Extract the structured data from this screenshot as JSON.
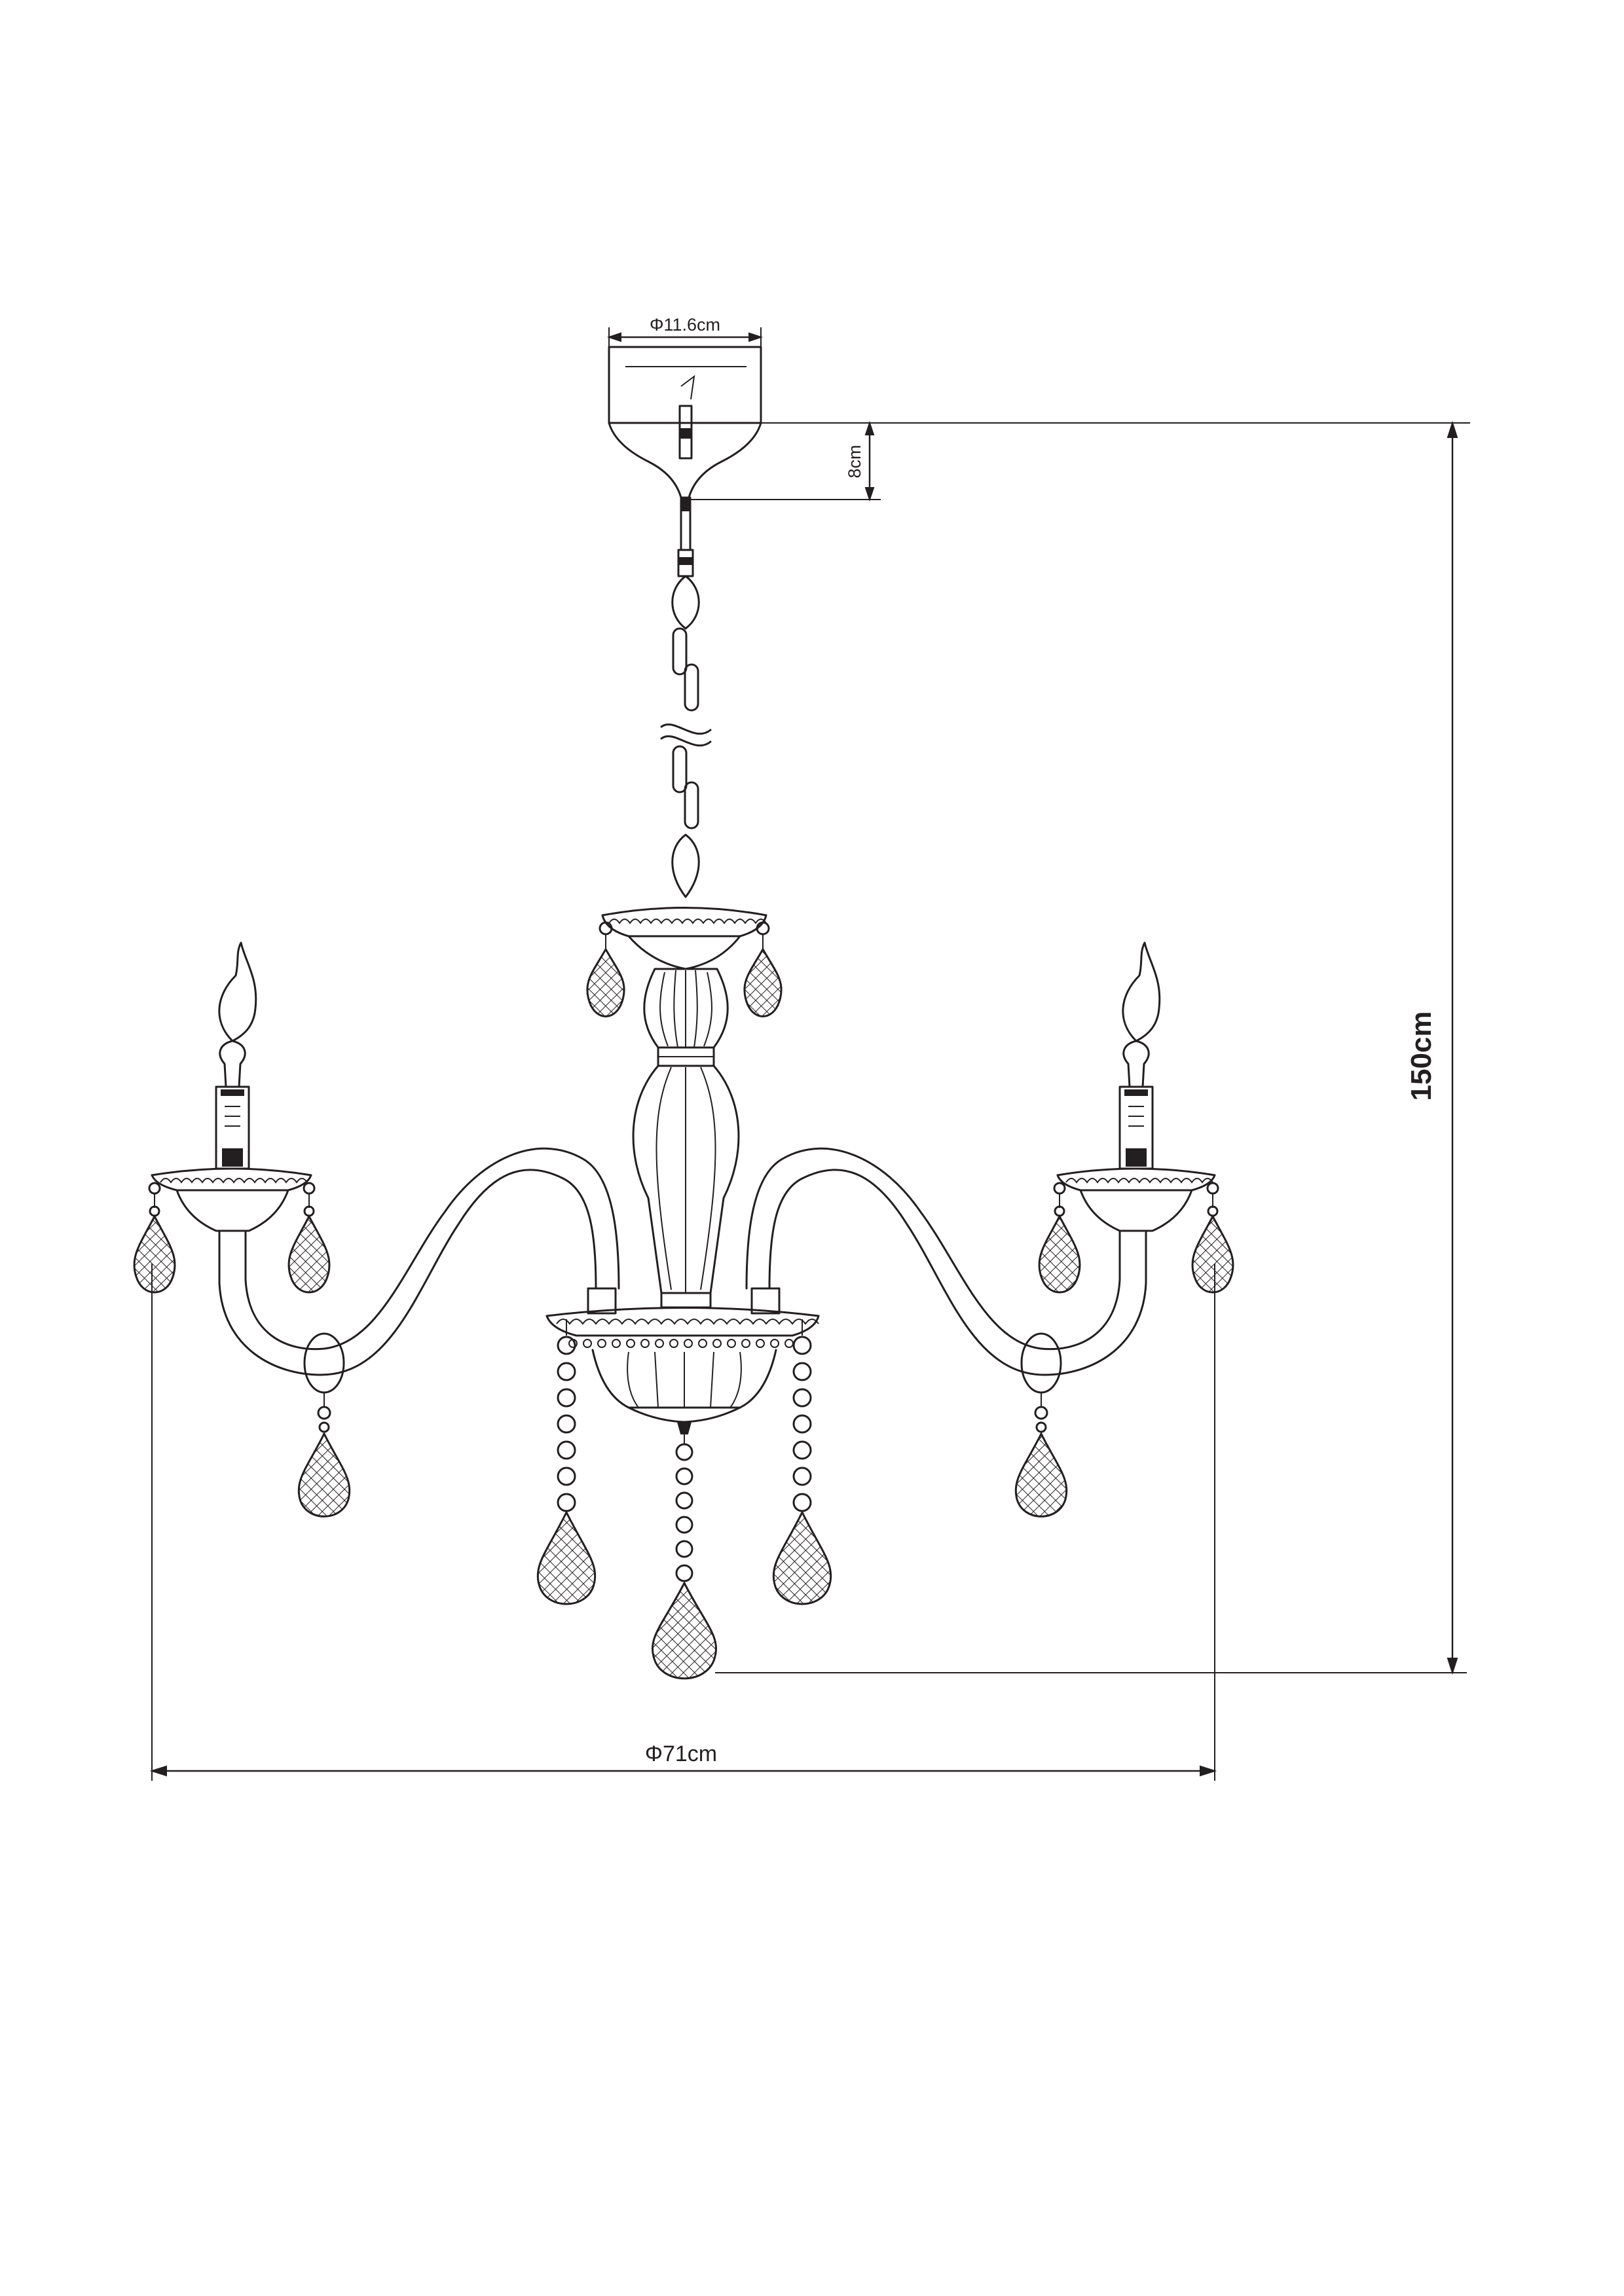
{
  "dimensions": {
    "canopy_diameter": "Φ11.6cm",
    "canopy_height": "8cm",
    "total_height": "150cm",
    "total_diameter": "Φ71cm"
  }
}
